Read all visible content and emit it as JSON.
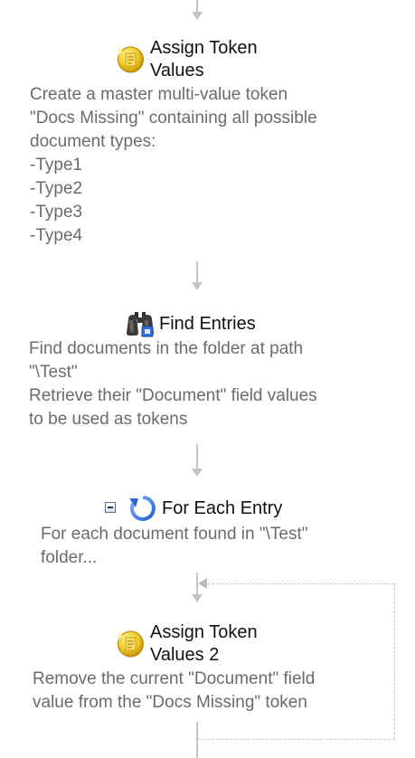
{
  "workflow": {
    "nodes": [
      {
        "title_line1": "Assign Token",
        "title_line2": "Values",
        "description": "Create a master multi-value token\n\"Docs Missing\" containing all possible\ndocument types:\n-Type1\n-Type2\n-Type3\n-Type4",
        "icon": "assign-token-icon"
      },
      {
        "title_line1": "Find Entries",
        "description": "Find documents in the folder at path\n\"\\Test\"\nRetrieve their \"Document\" field values\nto be used as tokens",
        "icon": "binoculars-icon"
      },
      {
        "title_line1": "For Each Entry",
        "description": "For each document found in \"\\Test\"\nfolder...",
        "icon": "loop-icon",
        "collapse_icon": "collapse-icon"
      },
      {
        "title_line1": "Assign Token",
        "title_line2": "Values 2",
        "description": "Remove the current \"Document\" field\nvalue from the \"Docs Missing\" token",
        "icon": "assign-token-icon"
      }
    ],
    "colors": {
      "connector": "#c4c4c4",
      "title_text": "#111111",
      "description_text": "#6b6b6b"
    }
  }
}
